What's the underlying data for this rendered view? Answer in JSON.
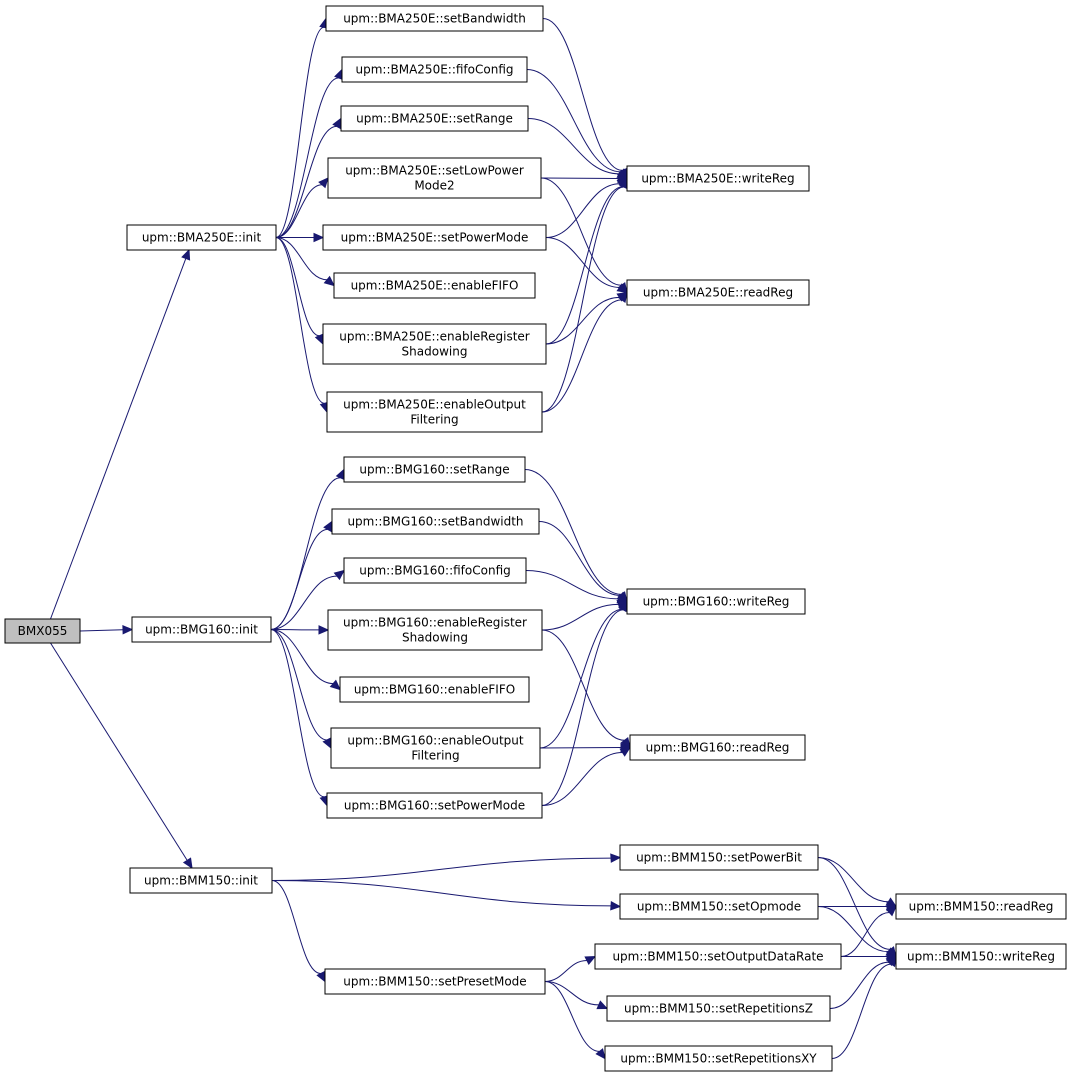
{
  "colors": {
    "edge": "#191970",
    "root_fill": "#bfbfbf",
    "node_fill": "#ffffff",
    "border": "#000000"
  },
  "nodes": [
    {
      "id": "bmx055",
      "lines": [
        "BMX055"
      ]
    },
    {
      "id": "bma_init",
      "lines": [
        "upm::BMA250E::init"
      ]
    },
    {
      "id": "bma_setBandwidth",
      "lines": [
        "upm::BMA250E::setBandwidth"
      ]
    },
    {
      "id": "bma_fifoConfig",
      "lines": [
        "upm::BMA250E::fifoConfig"
      ]
    },
    {
      "id": "bma_setRange",
      "lines": [
        "upm::BMA250E::setRange"
      ]
    },
    {
      "id": "bma_setLowPowerMode2",
      "lines": [
        "upm::BMA250E::setLowPower",
        "Mode2"
      ]
    },
    {
      "id": "bma_setPowerMode",
      "lines": [
        "upm::BMA250E::setPowerMode"
      ]
    },
    {
      "id": "bma_enableFIFO",
      "lines": [
        "upm::BMA250E::enableFIFO"
      ]
    },
    {
      "id": "bma_enableRegisterShadowing",
      "lines": [
        "upm::BMA250E::enableRegister",
        "Shadowing"
      ]
    },
    {
      "id": "bma_enableOutputFiltering",
      "lines": [
        "upm::BMA250E::enableOutput",
        "Filtering"
      ]
    },
    {
      "id": "bma_writeReg",
      "lines": [
        "upm::BMA250E::writeReg"
      ]
    },
    {
      "id": "bma_readReg",
      "lines": [
        "upm::BMA250E::readReg"
      ]
    },
    {
      "id": "bmg_init",
      "lines": [
        "upm::BMG160::init"
      ]
    },
    {
      "id": "bmg_setRange",
      "lines": [
        "upm::BMG160::setRange"
      ]
    },
    {
      "id": "bmg_setBandwidth",
      "lines": [
        "upm::BMG160::setBandwidth"
      ]
    },
    {
      "id": "bmg_fifoConfig",
      "lines": [
        "upm::BMG160::fifoConfig"
      ]
    },
    {
      "id": "bmg_enableRegisterShadowing",
      "lines": [
        "upm::BMG160::enableRegister",
        "Shadowing"
      ]
    },
    {
      "id": "bmg_enableFIFO",
      "lines": [
        "upm::BMG160::enableFIFO"
      ]
    },
    {
      "id": "bmg_enableOutputFiltering",
      "lines": [
        "upm::BMG160::enableOutput",
        "Filtering"
      ]
    },
    {
      "id": "bmg_setPowerMode",
      "lines": [
        "upm::BMG160::setPowerMode"
      ]
    },
    {
      "id": "bmg_writeReg",
      "lines": [
        "upm::BMG160::writeReg"
      ]
    },
    {
      "id": "bmg_readReg",
      "lines": [
        "upm::BMG160::readReg"
      ]
    },
    {
      "id": "bmm_init",
      "lines": [
        "upm::BMM150::init"
      ]
    },
    {
      "id": "bmm_setPowerBit",
      "lines": [
        "upm::BMM150::setPowerBit"
      ]
    },
    {
      "id": "bmm_setOpmode",
      "lines": [
        "upm::BMM150::setOpmode"
      ]
    },
    {
      "id": "bmm_setPresetMode",
      "lines": [
        "upm::BMM150::setPresetMode"
      ]
    },
    {
      "id": "bmm_setOutputDataRate",
      "lines": [
        "upm::BMM150::setOutputDataRate"
      ]
    },
    {
      "id": "bmm_setRepetitionsZ",
      "lines": [
        "upm::BMM150::setRepetitionsZ"
      ]
    },
    {
      "id": "bmm_setRepetitionsXY",
      "lines": [
        "upm::BMM150::setRepetitionsXY"
      ]
    },
    {
      "id": "bmm_readReg",
      "lines": [
        "upm::BMM150::readReg"
      ]
    },
    {
      "id": "bmm_writeReg",
      "lines": [
        "upm::BMM150::writeReg"
      ]
    }
  ],
  "edges": [
    [
      "bmx055",
      "bma_init"
    ],
    [
      "bmx055",
      "bmg_init"
    ],
    [
      "bmx055",
      "bmm_init"
    ],
    [
      "bma_init",
      "bma_setBandwidth"
    ],
    [
      "bma_init",
      "bma_fifoConfig"
    ],
    [
      "bma_init",
      "bma_setRange"
    ],
    [
      "bma_init",
      "bma_setLowPowerMode2"
    ],
    [
      "bma_init",
      "bma_setPowerMode"
    ],
    [
      "bma_init",
      "bma_enableFIFO"
    ],
    [
      "bma_init",
      "bma_enableRegisterShadowing"
    ],
    [
      "bma_init",
      "bma_enableOutputFiltering"
    ],
    [
      "bma_setBandwidth",
      "bma_writeReg"
    ],
    [
      "bma_fifoConfig",
      "bma_writeReg"
    ],
    [
      "bma_setRange",
      "bma_writeReg"
    ],
    [
      "bma_setLowPowerMode2",
      "bma_writeReg"
    ],
    [
      "bma_setLowPowerMode2",
      "bma_readReg"
    ],
    [
      "bma_setPowerMode",
      "bma_writeReg"
    ],
    [
      "bma_setPowerMode",
      "bma_readReg"
    ],
    [
      "bma_enableRegisterShadowing",
      "bma_writeReg"
    ],
    [
      "bma_enableRegisterShadowing",
      "bma_readReg"
    ],
    [
      "bma_enableOutputFiltering",
      "bma_writeReg"
    ],
    [
      "bma_enableOutputFiltering",
      "bma_readReg"
    ],
    [
      "bmg_init",
      "bmg_setRange"
    ],
    [
      "bmg_init",
      "bmg_setBandwidth"
    ],
    [
      "bmg_init",
      "bmg_fifoConfig"
    ],
    [
      "bmg_init",
      "bmg_enableRegisterShadowing"
    ],
    [
      "bmg_init",
      "bmg_enableFIFO"
    ],
    [
      "bmg_init",
      "bmg_enableOutputFiltering"
    ],
    [
      "bmg_init",
      "bmg_setPowerMode"
    ],
    [
      "bmg_setRange",
      "bmg_writeReg"
    ],
    [
      "bmg_setBandwidth",
      "bmg_writeReg"
    ],
    [
      "bmg_fifoConfig",
      "bmg_writeReg"
    ],
    [
      "bmg_enableRegisterShadowing",
      "bmg_writeReg"
    ],
    [
      "bmg_enableRegisterShadowing",
      "bmg_readReg"
    ],
    [
      "bmg_enableOutputFiltering",
      "bmg_writeReg"
    ],
    [
      "bmg_enableOutputFiltering",
      "bmg_readReg"
    ],
    [
      "bmg_setPowerMode",
      "bmg_writeReg"
    ],
    [
      "bmg_setPowerMode",
      "bmg_readReg"
    ],
    [
      "bmm_init",
      "bmm_setPowerBit"
    ],
    [
      "bmm_init",
      "bmm_setOpmode"
    ],
    [
      "bmm_init",
      "bmm_setPresetMode"
    ],
    [
      "bmm_setPowerBit",
      "bmm_readReg"
    ],
    [
      "bmm_setPowerBit",
      "bmm_writeReg"
    ],
    [
      "bmm_setOpmode",
      "bmm_readReg"
    ],
    [
      "bmm_setOpmode",
      "bmm_writeReg"
    ],
    [
      "bmm_setPresetMode",
      "bmm_setOutputDataRate"
    ],
    [
      "bmm_setPresetMode",
      "bmm_setRepetitionsZ"
    ],
    [
      "bmm_setPresetMode",
      "bmm_setRepetitionsXY"
    ],
    [
      "bmm_setOutputDataRate",
      "bmm_readReg"
    ],
    [
      "bmm_setOutputDataRate",
      "bmm_writeReg"
    ],
    [
      "bmm_setRepetitionsZ",
      "bmm_writeReg"
    ],
    [
      "bmm_setRepetitionsXY",
      "bmm_writeReg"
    ]
  ]
}
